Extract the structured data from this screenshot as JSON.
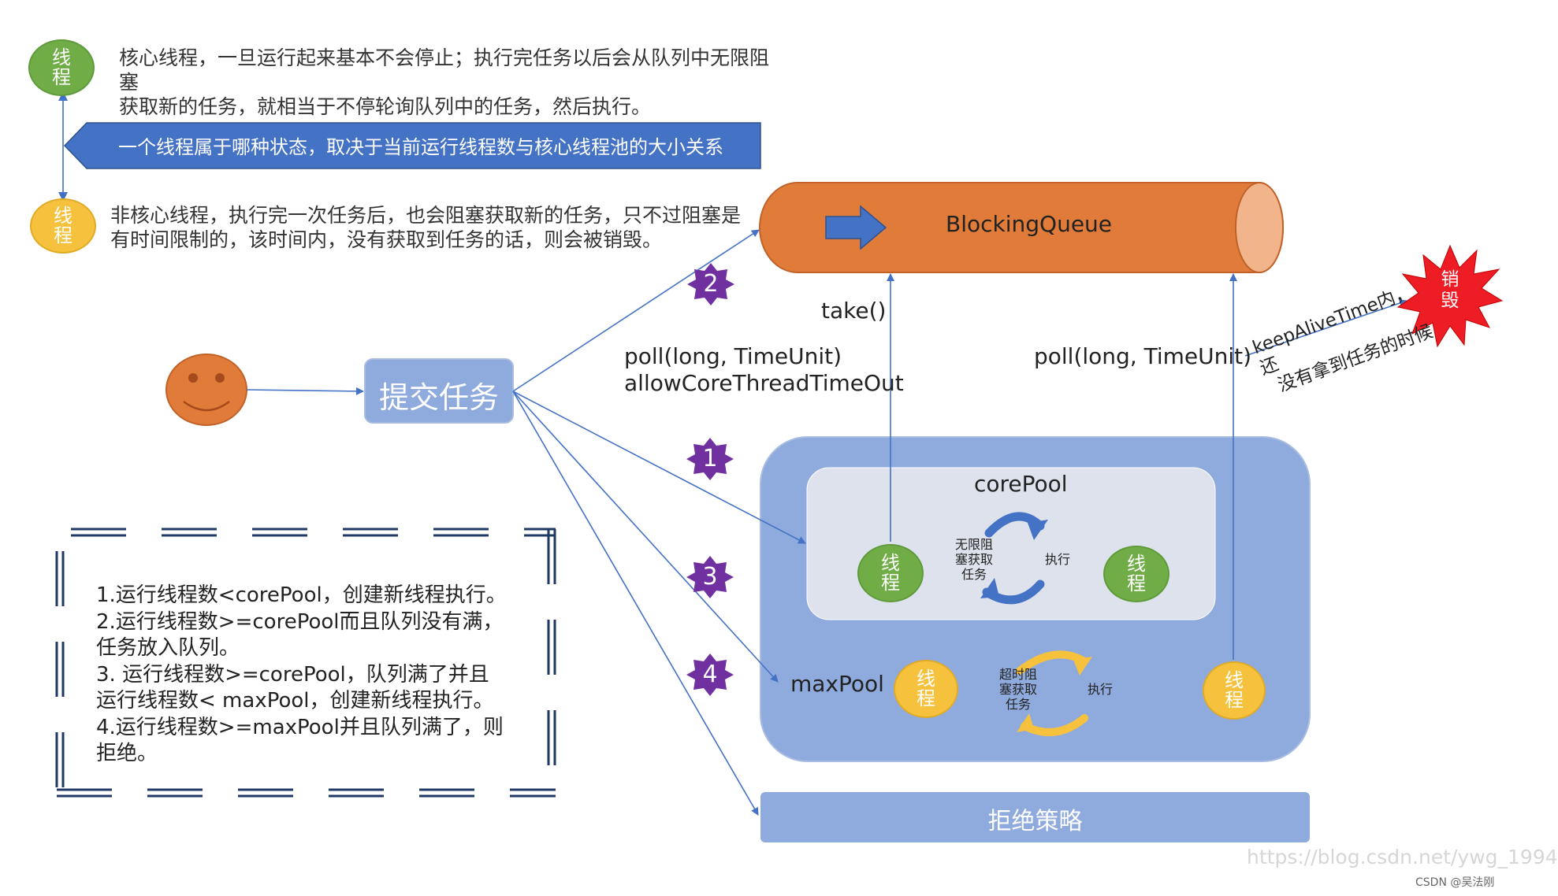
{
  "legend": {
    "core_thread_circle": "线\n程",
    "core_thread_desc": "核心线程，一旦运行起来基本不会停止；执行完任务以后会从队列中无限阻塞\n获取新的任务，就相当于不停轮询队列中的任务，然后执行。",
    "state_banner": "一个线程属于哪种状态，取决于当前运行线程数与核心线程池的大小关系",
    "noncore_thread_circle": "线\n程",
    "noncore_thread_desc": "非核心线程，执行完一次任务后，也会阻塞获取新的任务，只不过阻塞是\n有时间限制的，该时间内，没有获取到任务的话，则会被销毁。"
  },
  "queue": {
    "label": "BlockingQueue"
  },
  "submit": {
    "label": "提交任务"
  },
  "labels": {
    "take": "take()",
    "poll_left_1": "poll(long, TimeUnit)",
    "poll_left_2": "allowCoreThreadTimeOut",
    "poll_right": "poll(long, TimeUnit)",
    "keepalive_1": "keepAliveTime内，还",
    "keepalive_2": "没有拿到任务的时候",
    "destroy": "销\n毁"
  },
  "steps": [
    "1",
    "2",
    "3",
    "4"
  ],
  "pool": {
    "core_label": "corePool",
    "max_label": "maxPool",
    "core_block_text": "无限阻\n塞获取\n任务",
    "core_exec_text": "执行",
    "max_block_text": "超时阻\n塞获取\n任务",
    "max_exec_text": "执行",
    "thread_label": "线\n程"
  },
  "reject": {
    "label": "拒绝策略"
  },
  "rules": {
    "lines": [
      "1.运行线程数<corePool，创建新线程执行。",
      "2.运行线程数>=corePool而且队列没有满，",
      "任务放入队列。",
      "3. 运行线程数>=corePool，队列满了并且",
      "运行线程数< maxPool，创建新线程执行。",
      "4.运行线程数>=maxPool并且队列满了，则",
      "拒绝。"
    ]
  },
  "watermark": {
    "url": "https://blog.csdn.net/ywg_1994",
    "credit": "CSDN @吴法刚"
  },
  "colors": {
    "green": "#70ad47",
    "yellow": "#f6c23e",
    "blue_arrow": "#4472c4",
    "queue": "#e07b39",
    "pool": "#8faadc",
    "core": "#dde2ec",
    "star": "#ee1c25",
    "step": "#7030a0"
  }
}
